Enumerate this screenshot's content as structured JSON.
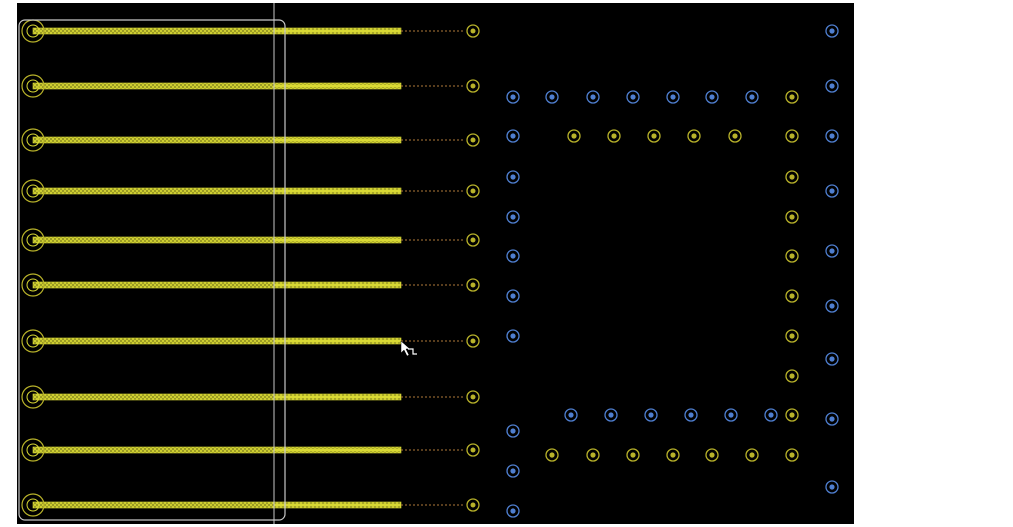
{
  "app": {
    "canvas_background": "#000000",
    "page_background": "#ffffff"
  },
  "colors": {
    "trace": "#d9d934",
    "trace_dark": "#8f8f20",
    "top_pad": "#b8b22a",
    "bottom_pad": "#4f7fd0",
    "ratsnest": "#b07a3a",
    "selection_box": "#c8c8c8",
    "cursor": "#ffffff"
  },
  "board": {
    "connector_pins": 10,
    "ic_top_pad_row": 6,
    "ic_bottom_pad_row": 7,
    "ic_side_pads_left": 6,
    "ic_side_pads_right": 7
  },
  "icons": {
    "cursor": "route-cursor-icon",
    "selection": "selection-rectangle"
  }
}
